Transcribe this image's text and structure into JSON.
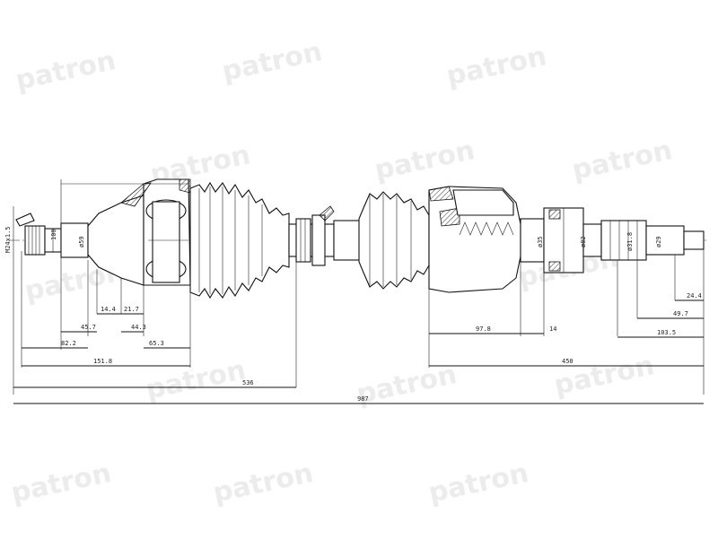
{
  "watermark": {
    "text": "patron"
  },
  "colors": {
    "line": "#111111",
    "watermark": "#ececec",
    "background": "#ffffff"
  },
  "diameters": {
    "thread": "M24x1.5",
    "d100": "100",
    "d59": "ø59",
    "d35": "ø35",
    "d82": "ø82",
    "d31_8": "ø31.8",
    "d29": "ø29"
  },
  "dimensions": {
    "d14_4": "14.4",
    "d21_7": "21.7",
    "d45_7": "45.7",
    "d44_3": "44.3",
    "d82_2": "82.2",
    "d65_3": "65.3",
    "d151_8": "151.8",
    "d536": "536",
    "d987": "987",
    "d97_8": "97.8",
    "d14": "14",
    "d450": "450",
    "d24_4": "24.4",
    "d49_7": "49.7",
    "d103_5": "103.5"
  }
}
